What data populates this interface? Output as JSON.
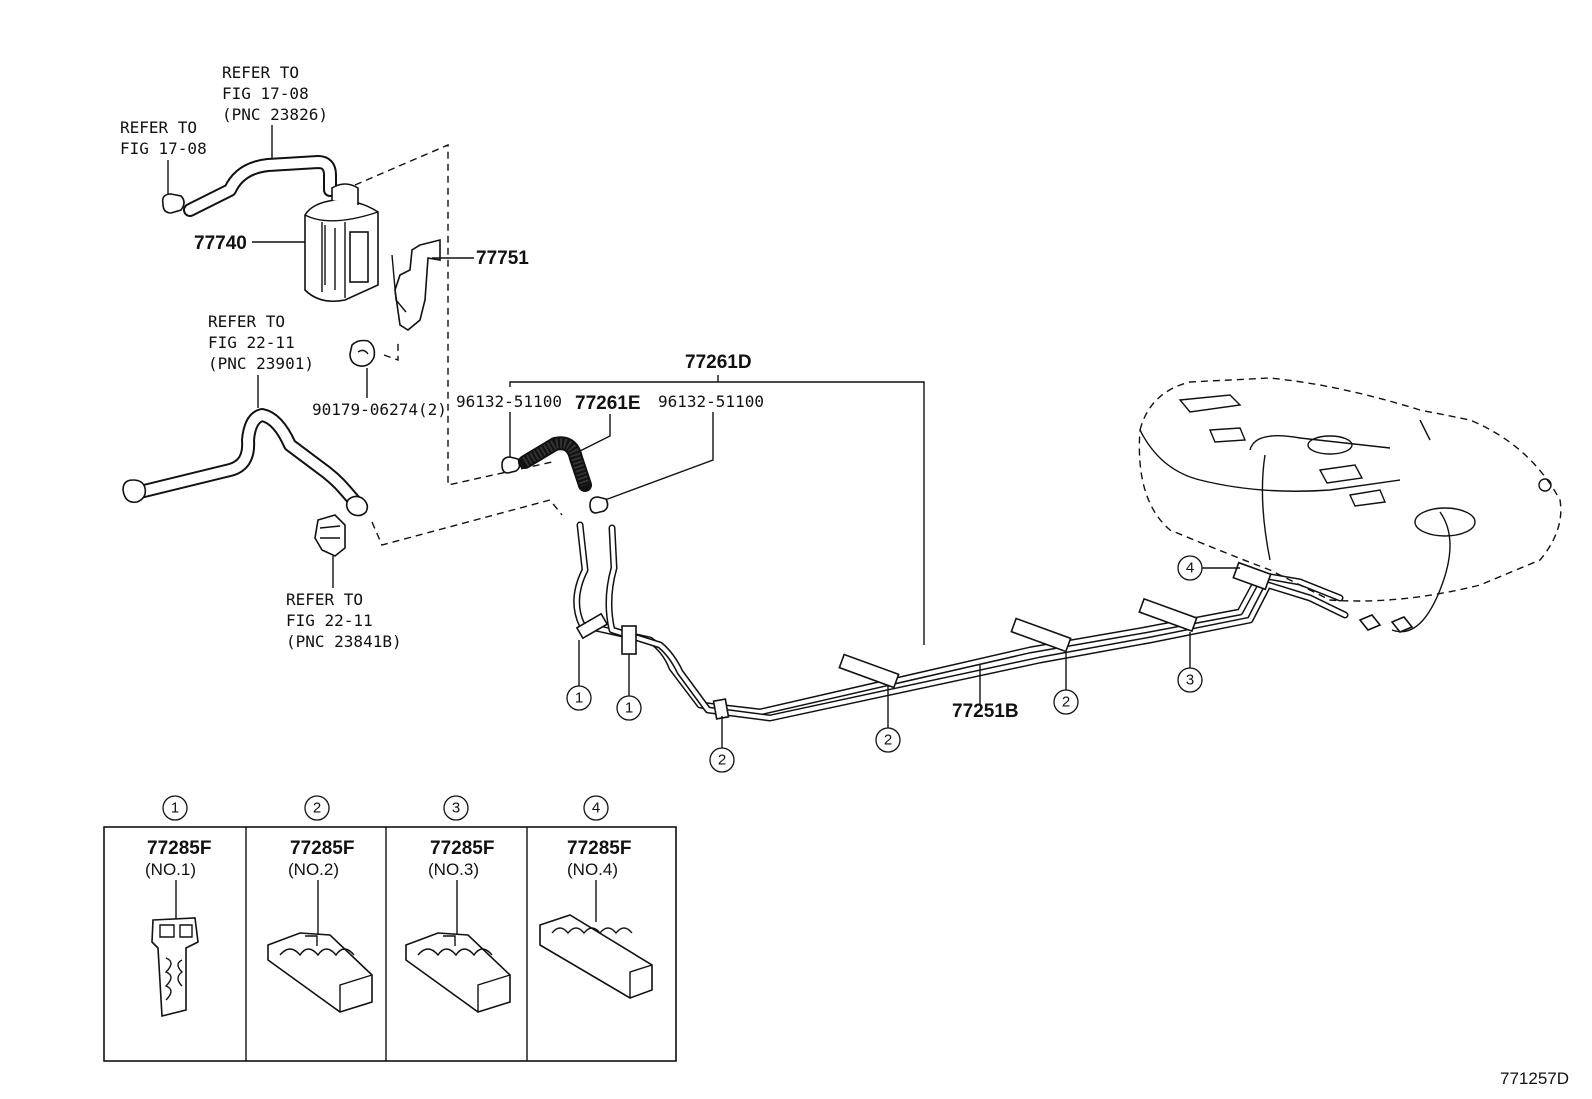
{
  "callouts": {
    "refer_fig1708_pnc23826": [
      "REFER TO",
      "FIG 17-08",
      "(PNC 23826)"
    ],
    "refer_fig1708": [
      "REFER TO",
      "FIG 17-08"
    ],
    "refer_fig2211_pnc23901": [
      "REFER TO",
      "FIG 22-11",
      "(PNC 23901)"
    ],
    "refer_fig2211_pnc23841b": [
      "REFER TO",
      "FIG 22-11",
      "(PNC 23841B)"
    ]
  },
  "parts": {
    "canister": "77740",
    "bracket": "77751",
    "cushion": "90179-06274(2)",
    "clip_left": "96132-51100",
    "hose": "77261E",
    "clip_right": "96132-51100",
    "tube_assembly": "77261D",
    "fuel_tube": "77251B"
  },
  "circle_refs": {
    "clamp_a": "1",
    "clamp_b": "1",
    "clamp_c": "2",
    "clamp_d": "2",
    "clamp_e": "2",
    "clamp_f": "3",
    "clamp_g": "4"
  },
  "legend": [
    {
      "num": "1",
      "part": "77285F",
      "sub": "(NO.1)"
    },
    {
      "num": "2",
      "part": "77285F",
      "sub": "(NO.2)"
    },
    {
      "num": "3",
      "part": "77285F",
      "sub": "(NO.3)"
    },
    {
      "num": "4",
      "part": "77285F",
      "sub": "(NO.4)"
    }
  ],
  "figure_code": "771257D"
}
